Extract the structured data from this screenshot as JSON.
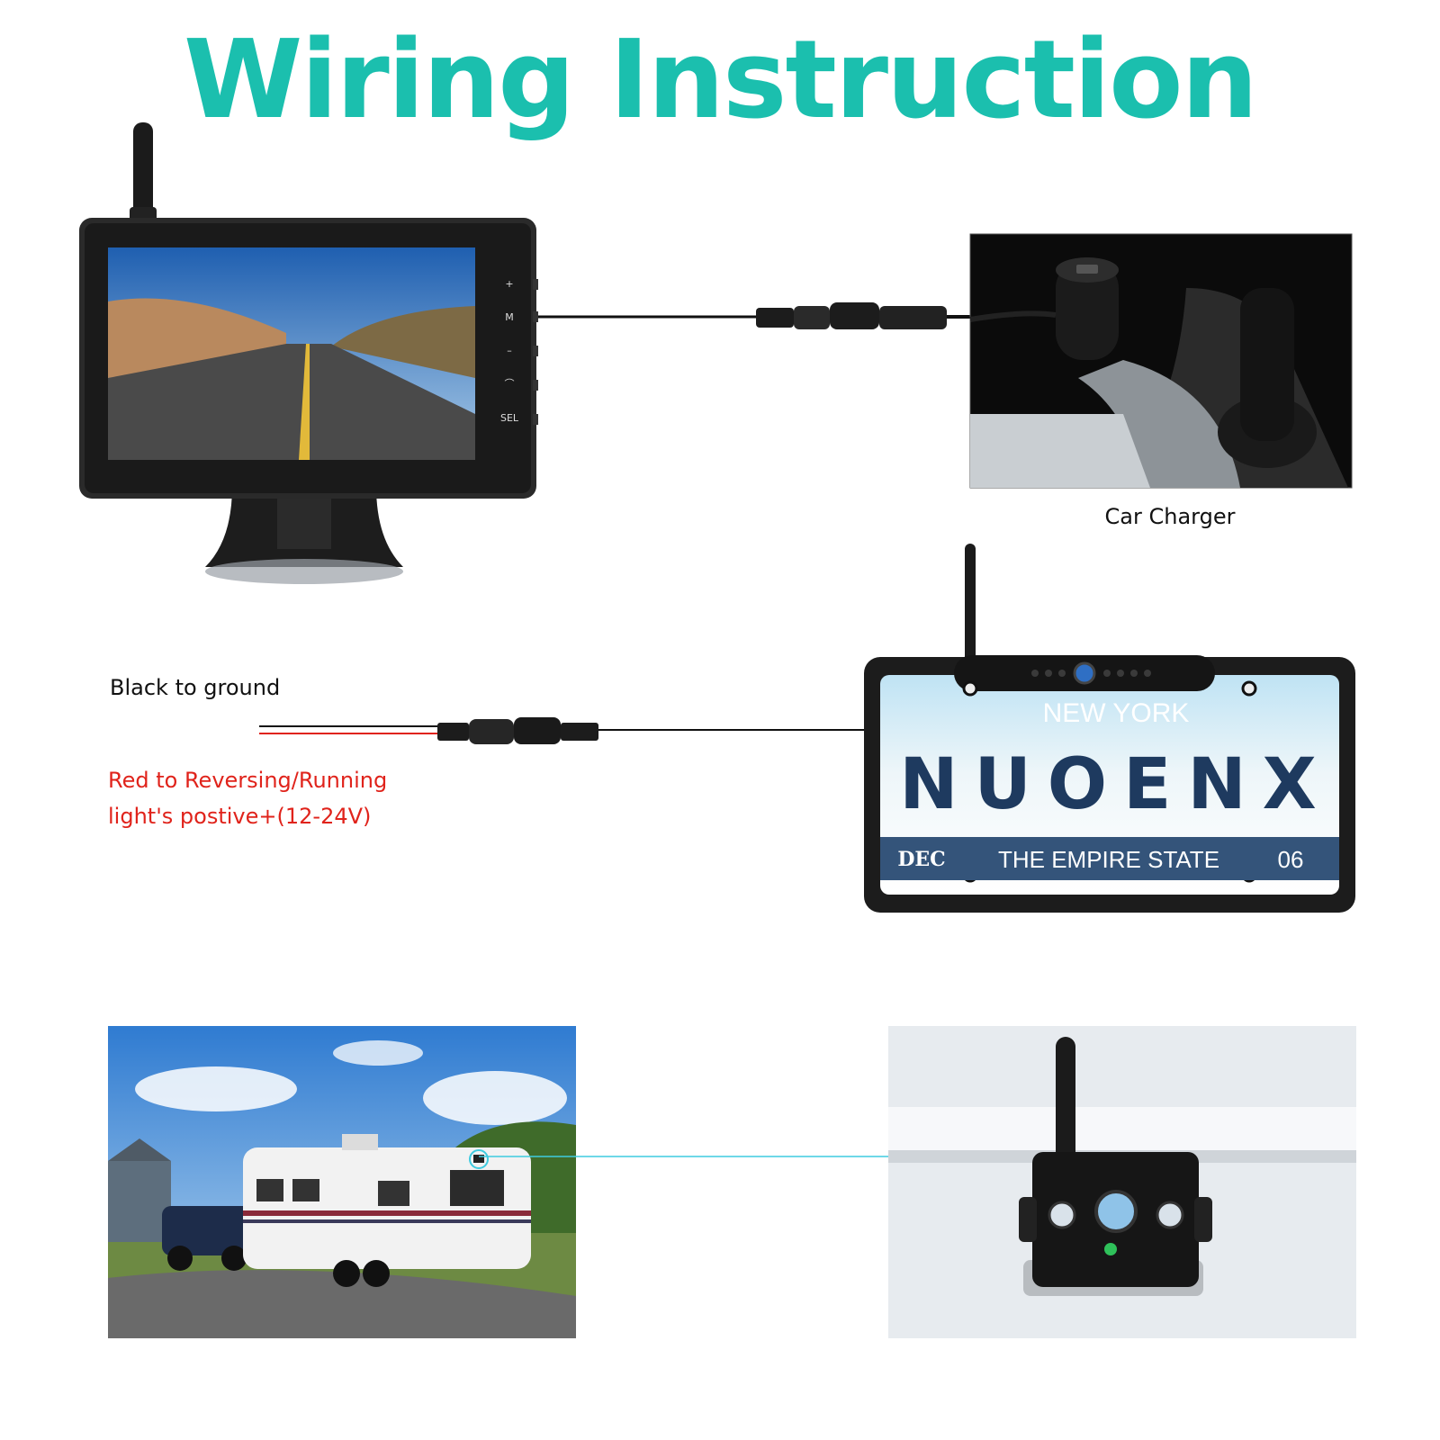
{
  "title": "Wiring Instruction",
  "labels": {
    "car_charger": "Car Charger",
    "black_wire": "Black to ground",
    "red_wire_line1": "Red to Reversing/Running",
    "red_wire_line2": "light's postive+(12-24V)"
  },
  "monitor": {
    "buttons": [
      "+",
      "M",
      "–",
      "⌒",
      "SEL"
    ]
  },
  "plate": {
    "state": "NEW YORK",
    "brand": "NUOENX",
    "month": "DEC",
    "slogan": "THE EMPIRE STATE",
    "year": "06"
  },
  "colors": {
    "title": "#1bbfae",
    "red_label": "#e0231b",
    "connector_line": "#3ecbe0"
  },
  "icons": [
    "antenna-icon",
    "camera-lens-icon",
    "usb-port-icon"
  ]
}
